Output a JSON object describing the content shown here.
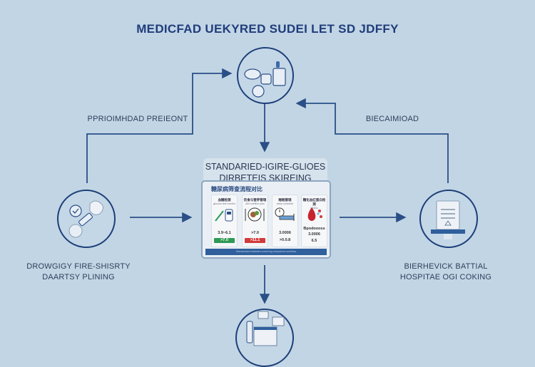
{
  "title": "MEDICFAD UEKYRED  SUDEI LET SD JDFFY",
  "labels": {
    "top_left": "PPRIOIMHDAD PREIEONT",
    "top_right": "BIECAIMIOAD",
    "left": [
      "DROWGIGY FIRE-SHISRTY",
      "DAARTSY PLINING"
    ],
    "right": [
      "BIERHEVICK BATTIAL",
      "HOSPITAE OGI COKING"
    ]
  },
  "center": {
    "header": [
      "STANDARIED-IGIRE-GLIOES",
      "DIRBETEIS SKIREING"
    ],
    "screen_title": "糖尿病筛查流程对比",
    "cards": [
      {
        "title": "血糖检测",
        "sub": "glucose test monitor",
        "icon": "glucose-meter-icon",
        "value": "3.9~6.1",
        "badge": ">7.0",
        "badge_color": "#2e9a55"
      },
      {
        "title": "饮食与营养管理",
        "sub": "diet nutrition plan",
        "icon": "meal-plate-icon",
        "value": ">7.0",
        "badge": ">11.1",
        "badge_color": "#d23a3a"
      },
      {
        "title": "睡眠管理",
        "sub": "sleep schedule",
        "icon": "sleep-clock-icon",
        "value": "3.0006",
        "badge": ">0.0.8",
        "badge_color": ""
      },
      {
        "title": "糖化血红蛋白检测",
        "sub": "HbA1c",
        "icon": "blood-drop-icon",
        "value": "3.0006",
        "badge": "6.5",
        "badge_color": ""
      }
    ],
    "legend_top": "Bpodoooss",
    "footer": "Standardized diabetes screening comparison workflow"
  },
  "nodes": {
    "top": "patient-records-node",
    "left": "vaccine-prevention-node",
    "right": "hospital-document-node",
    "bottom": "monitoring-system-node"
  },
  "colors": {
    "background": "#c2d5e5",
    "accent": "#1d3f78",
    "green": "#2e9a55",
    "red": "#d23a3a"
  }
}
